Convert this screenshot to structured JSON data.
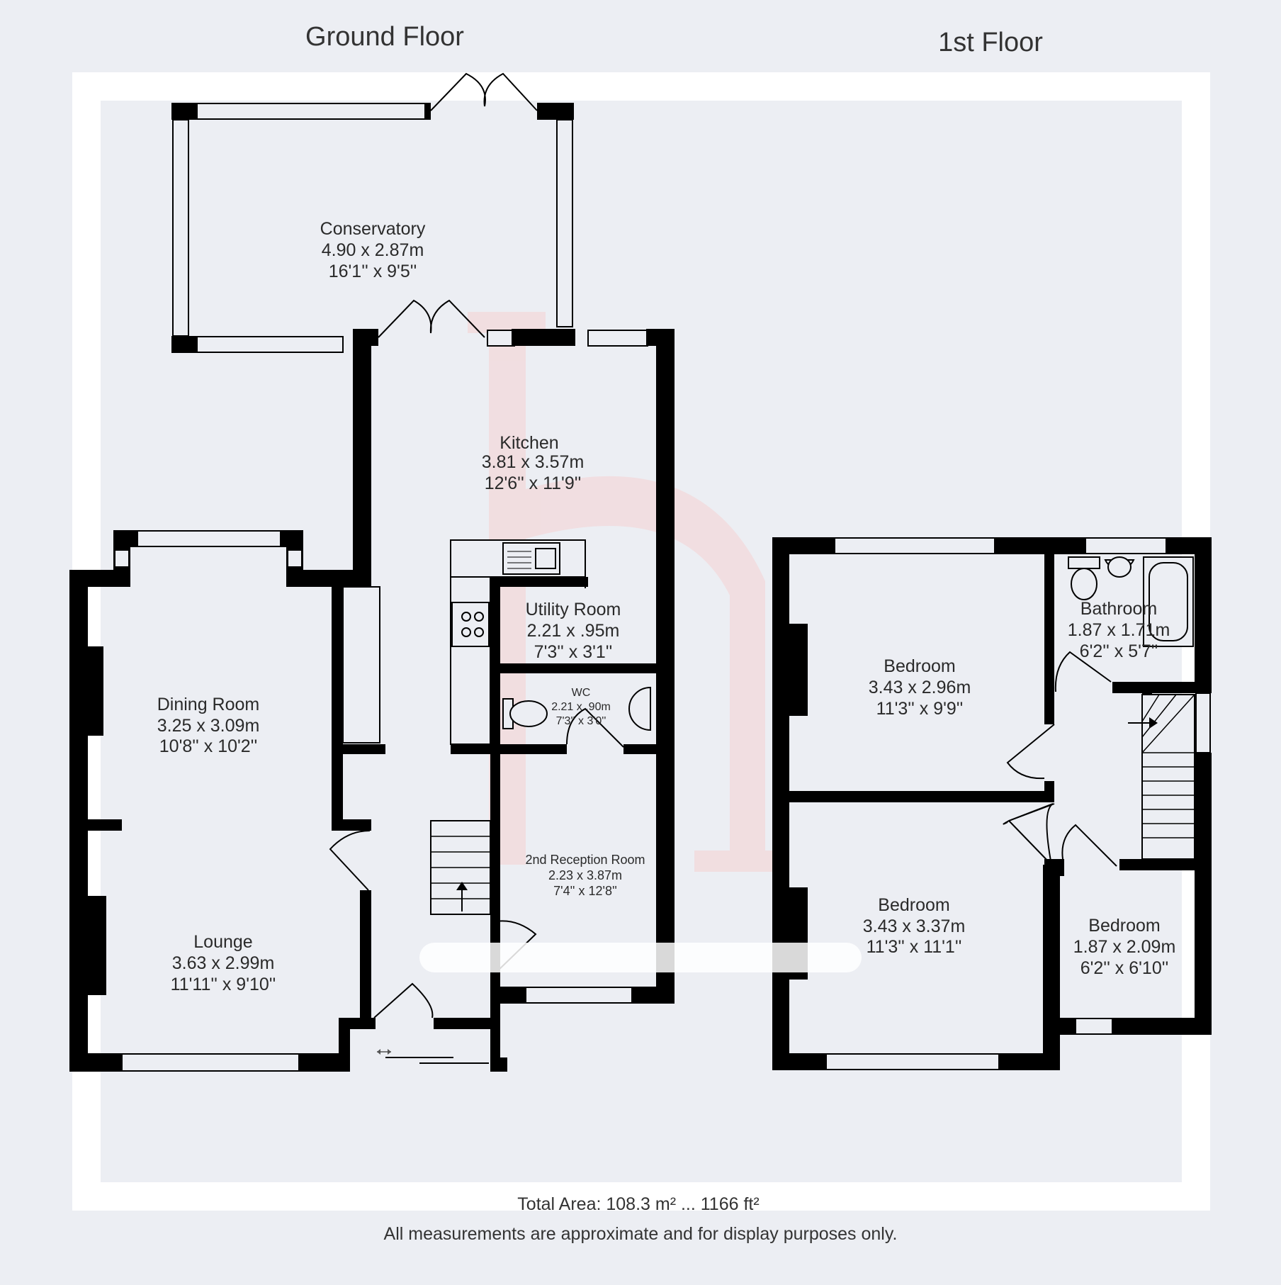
{
  "floors": {
    "ground": "Ground Floor",
    "first": "1st Floor"
  },
  "rooms": {
    "conservatory": {
      "name": "Conservatory",
      "metric": "4.90 x 2.87m",
      "imperial": "16'1'' x 9'5''"
    },
    "kitchen": {
      "name": "Kitchen",
      "metric": "3.81 x 3.57m",
      "imperial": "12'6'' x 11'9''"
    },
    "utility": {
      "name": "Utility Room",
      "metric": "2.21 x .95m",
      "imperial": "7'3'' x 3'1''"
    },
    "wc": {
      "name": "WC",
      "metric": "2.21 x .90m",
      "imperial": "7'3'' x 3'0''"
    },
    "dining": {
      "name": "Dining Room",
      "metric": "3.25 x 3.09m",
      "imperial": "10'8'' x 10'2''"
    },
    "lounge": {
      "name": "Lounge",
      "metric": "3.63 x 2.99m",
      "imperial": "11'11'' x 9'10''"
    },
    "reception2": {
      "name": "2nd Reception Room",
      "metric": "2.23 x 3.87m",
      "imperial": "7'4'' x 12'8''"
    },
    "bedroom1": {
      "name": "Bedroom",
      "metric": "3.43 x 2.96m",
      "imperial": "11'3'' x 9'9''"
    },
    "bathroom": {
      "name": "Bathroom",
      "metric": "1.87 x 1.71m",
      "imperial": "6'2'' x 5'7''"
    },
    "bedroom2": {
      "name": "Bedroom",
      "metric": "3.43 x 3.37m",
      "imperial": "11'3'' x 11'1''"
    },
    "bedroom3": {
      "name": "Bedroom",
      "metric": "1.87 x 2.09m",
      "imperial": "6'2'' x 6'10''"
    }
  },
  "footer": {
    "total_area": "Total Area: 108.3 m² ... 1166 ft²",
    "disclaimer": "All measurements are approximate and for display purposes only."
  },
  "colors": {
    "background": "#eceef3",
    "frame": "#ffffff",
    "wall": "#000000",
    "watermark": "#f3c9c9"
  },
  "icons": {
    "logo_watermark": "h-logo-watermark",
    "stair_arrow": "arrow-up-icon",
    "door_slide": "double-arrow-icon"
  }
}
